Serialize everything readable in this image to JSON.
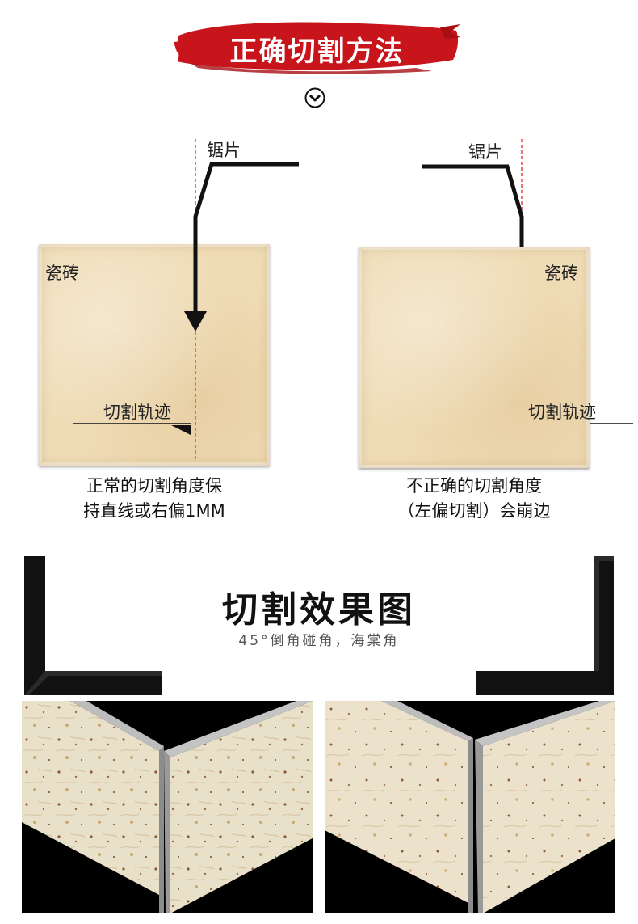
{
  "banner": {
    "title": "正确切割方法"
  },
  "icons": {
    "chevron": "chevron-down-circle-icon"
  },
  "diagram_left": {
    "blade_label": "锯片",
    "tile_label": "瓷砖",
    "track_label": "切割轨迹",
    "caption_line1": "正常的切割角度保",
    "caption_line2": "持直线或右偏1MM"
  },
  "diagram_right": {
    "blade_label": "锯片",
    "tile_label": "瓷砖",
    "track_label": "切割轨迹",
    "caption_line1": "不正确的切割角度",
    "caption_line2": "（左偏切割）会崩边"
  },
  "effect": {
    "title": "切割效果图",
    "subtitle": "45°倒角碰角，海棠角"
  },
  "colors": {
    "banner_red": "#c8141b",
    "guide_red": "#e8454a",
    "tile": "#efdcb6"
  }
}
